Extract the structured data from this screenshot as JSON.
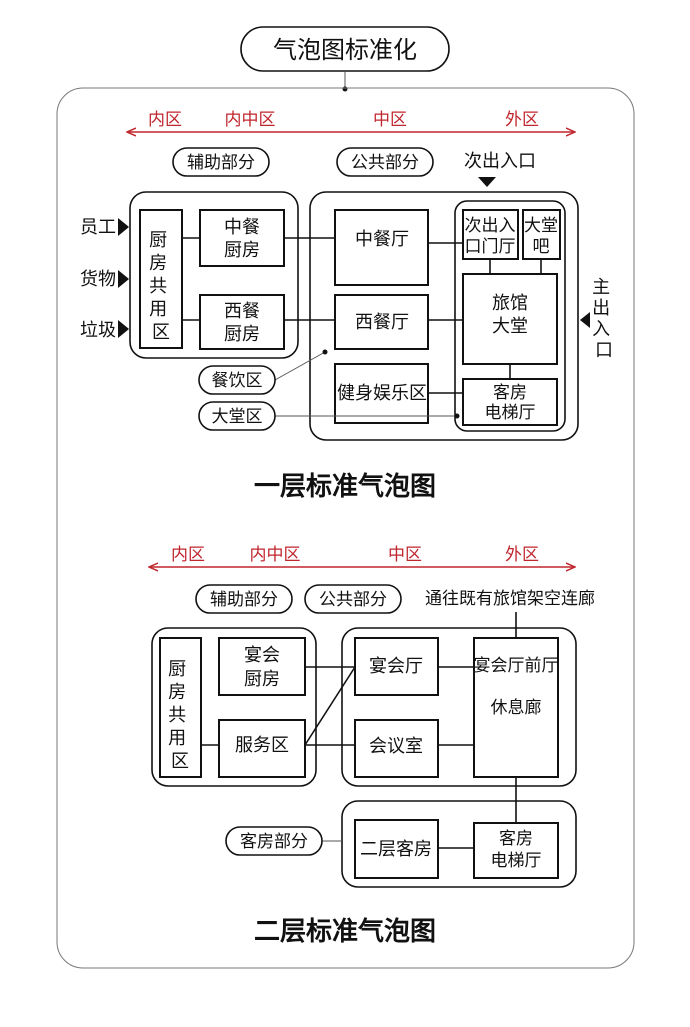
{
  "title": "气泡图标准化",
  "zones": {
    "inner": "内区",
    "inner_middle": "内中区",
    "middle": "中区",
    "outer": "外区"
  },
  "floor1": {
    "caption": "一层标准气泡图",
    "tag_aux": "辅助部分",
    "tag_public": "公共部分",
    "secondary_entrance": "次出入口",
    "main_entrance": "主出入口",
    "inputs": [
      "员工",
      "货物",
      "垃圾"
    ],
    "kitchen_shared": "厨房共用区",
    "chinese_kitchen": [
      "中餐",
      "厨房"
    ],
    "western_kitchen": [
      "西餐",
      "厨房"
    ],
    "chinese_restaurant": "中餐厅",
    "western_restaurant": "西餐厅",
    "fitness": "健身娱乐区",
    "sec_entrance_hall": [
      "次出入",
      "口门厅"
    ],
    "lobby_bar": [
      "大堂",
      "吧"
    ],
    "hotel_lobby": [
      "旅馆",
      "大堂"
    ],
    "guest_elevator": [
      "客房",
      "电梯厅"
    ],
    "label_dining": "餐饮区",
    "label_lobby": "大堂区"
  },
  "floor2": {
    "caption": "二层标准气泡图",
    "tag_aux": "辅助部分",
    "tag_public": "公共部分",
    "skybridge_note": "通往既有旅馆架空连廊",
    "kitchen_shared": "厨房共用区",
    "banquet_kitchen": [
      "宴会",
      "厨房"
    ],
    "service": "服务区",
    "banquet_hall": "宴会厅",
    "meeting_room": "会议室",
    "prefunction": "宴会厅前厅",
    "lounge": "休息廊",
    "tag_guest": "客房部分",
    "guest_rooms": "二层客房",
    "guest_elevator": [
      "客房",
      "电梯厅"
    ]
  }
}
